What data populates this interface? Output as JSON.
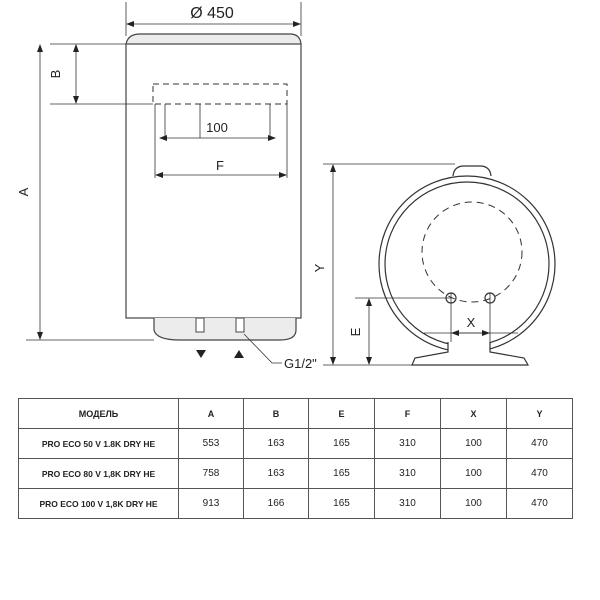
{
  "diagram": {
    "diameter_label": "Ø 450",
    "dim_a": "A",
    "dim_b": "B",
    "dim_100": "100",
    "dim_f": "F",
    "dim_y": "Y",
    "dim_e": "E",
    "dim_x": "X",
    "thread_label": "G1/2\""
  },
  "table": {
    "headers": [
      "МОДЕЛЬ",
      "A",
      "B",
      "E",
      "F",
      "X",
      "Y"
    ],
    "rows": [
      [
        "PRO ECO 50 V 1.8K DRY HE",
        "553",
        "163",
        "165",
        "310",
        "100",
        "470"
      ],
      [
        "PRO ECO 80 V 1,8K DRY HE",
        "758",
        "163",
        "165",
        "310",
        "100",
        "470"
      ],
      [
        "PRO ECO 100 V 1,8K DRY HE",
        "913",
        "166",
        "165",
        "310",
        "100",
        "470"
      ]
    ]
  }
}
